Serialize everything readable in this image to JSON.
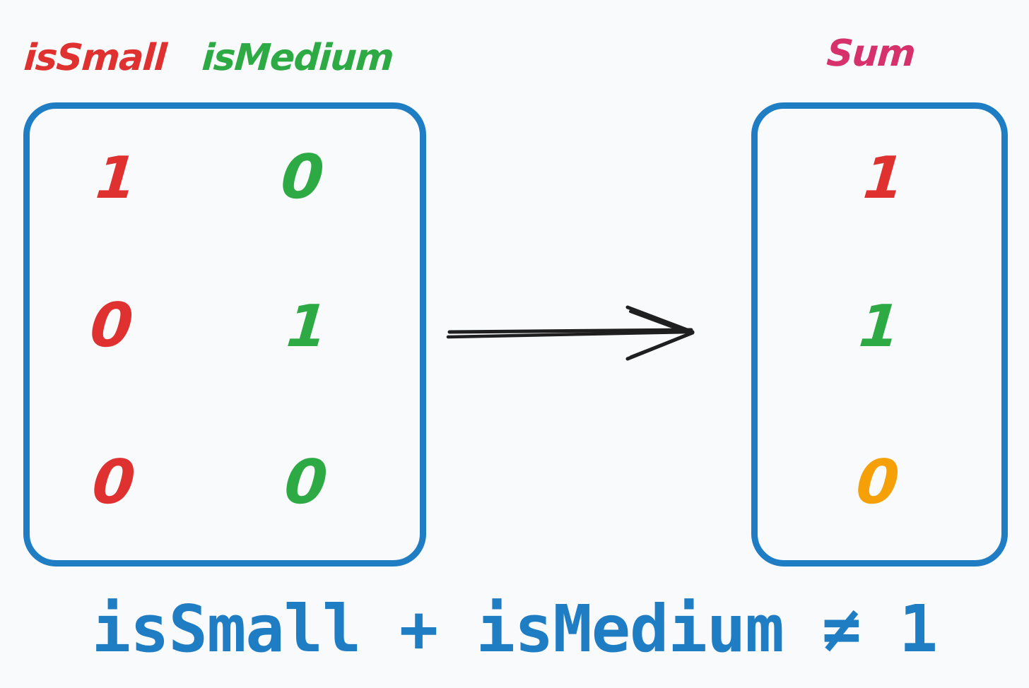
{
  "background_color": "#f9fafc",
  "colors": {
    "box_border": "#1f7dc4",
    "issmall": "#e03131",
    "ismedium": "#2eaa44",
    "sum_label": "#d6316a",
    "violation": "#f5a007",
    "equation": "#1f7dc4",
    "arrow": "#1f1f1f"
  },
  "headers": {
    "issmall": "isSmall",
    "ismedium": "isMedium",
    "sum": "Sum"
  },
  "input_table": {
    "columns": [
      "isSmall",
      "isMedium"
    ],
    "rows": [
      {
        "issmall": "1",
        "ismedium": "0"
      },
      {
        "issmall": "0",
        "ismedium": "1"
      },
      {
        "issmall": "0",
        "ismedium": "0"
      }
    ]
  },
  "sum_table": {
    "column": "Sum",
    "rows": [
      {
        "value": "1",
        "color": "#e03131"
      },
      {
        "value": "1",
        "color": "#2eaa44"
      },
      {
        "value": "0",
        "color": "#f5a007"
      }
    ]
  },
  "arrow": {
    "label": "maps-to-arrow",
    "direction": "right"
  },
  "equation": {
    "text": "isSmall + isMedium ≠ 1"
  }
}
